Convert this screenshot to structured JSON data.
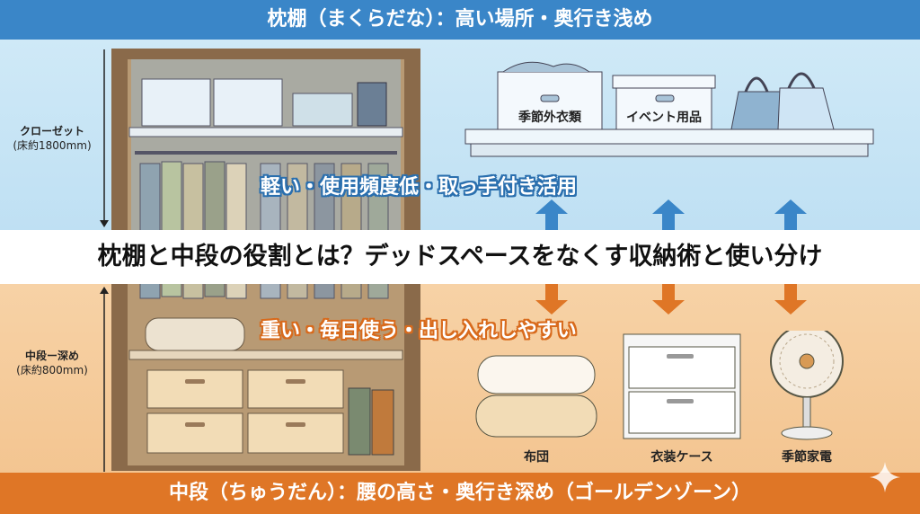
{
  "top_banner": "枕棚（まくらだな）：高い場所・奥行き浅め",
  "title": "枕棚と中段の役割とは？デッドスペースをなくす収納術と使い分け",
  "bottom_banner": "中段（ちゅうだん）：腰の高さ・奥行き深め（ゴールデンゾーン）",
  "side_labels": {
    "closet": {
      "name": "クローゼット",
      "height": "(床約1800mm)"
    },
    "middle": {
      "name": "中段ー深め",
      "height": "(床約800mm)"
    }
  },
  "upper": {
    "slogan": "軽い・使用頻度低・取っ手付き活用",
    "items": [
      "季節外衣類",
      "イベント用品"
    ]
  },
  "lower": {
    "slogan": "重い・毎日使う・出し入れしやすい",
    "items": [
      "布団",
      "衣装ケース",
      "季節家電"
    ]
  },
  "colors": {
    "blue": "#3a86c8",
    "orange": "#df7626",
    "light_blue": "#cfe9f7",
    "light_orange": "#f5c999"
  }
}
